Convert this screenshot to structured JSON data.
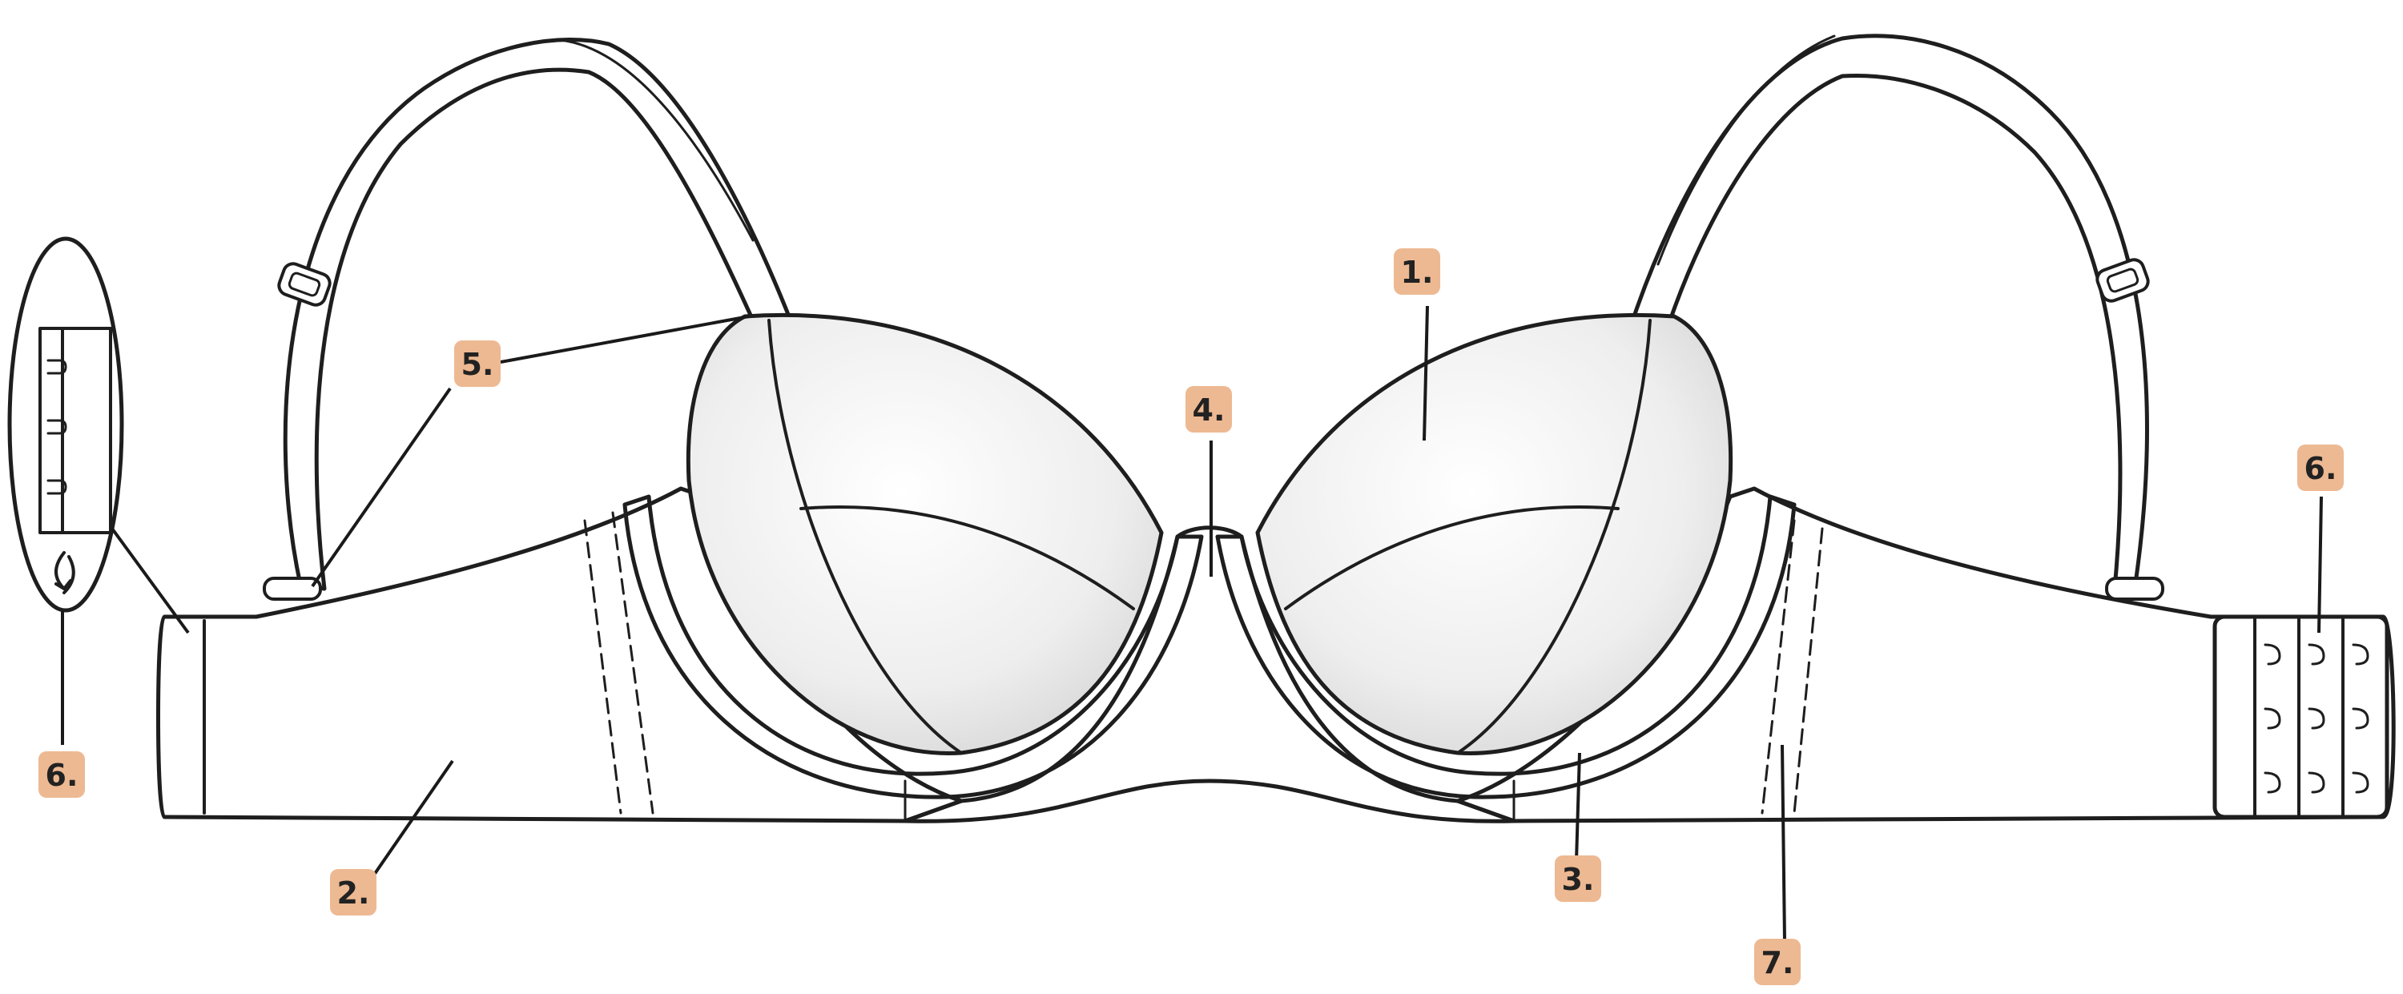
{
  "colors": {
    "badge": "#EDB992",
    "ink": "#1e1e1e",
    "background": "#ffffff"
  },
  "labels": [
    {
      "id": "1",
      "text": "1."
    },
    {
      "id": "2",
      "text": "2."
    },
    {
      "id": "3",
      "text": "3."
    },
    {
      "id": "4",
      "text": "4."
    },
    {
      "id": "5",
      "text": "5."
    },
    {
      "id": "6a",
      "text": "6."
    },
    {
      "id": "6b",
      "text": "6."
    },
    {
      "id": "7",
      "text": "7."
    }
  ]
}
